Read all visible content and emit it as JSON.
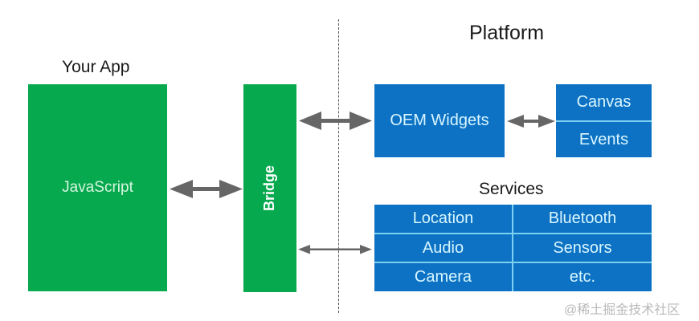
{
  "headings": {
    "your_app": "Your App",
    "platform": "Platform",
    "services": "Services"
  },
  "app": {
    "javascript": "JavaScript",
    "bridge": "Bridge"
  },
  "platform": {
    "oem_widgets": "OEM Widgets",
    "widget_children": [
      "Canvas",
      "Events"
    ]
  },
  "services": {
    "rows": [
      [
        "Location",
        "Bluetooth"
      ],
      [
        "Audio",
        "Sensors"
      ],
      [
        "Camera",
        "etc."
      ]
    ]
  },
  "colors": {
    "app_green": "#06a94d",
    "platform_blue": "#0d72c4",
    "arrow_gray": "#666666",
    "divider_cyan": "#7cd1f2"
  },
  "arrows": [
    {
      "from": "javascript",
      "to": "bridge",
      "style": "bold"
    },
    {
      "from": "bridge",
      "to": "oem_widgets",
      "style": "bold"
    },
    {
      "from": "oem_widgets",
      "to": "canvas-events",
      "style": "bold"
    },
    {
      "from": "bridge",
      "to": "services",
      "style": "thin"
    }
  ],
  "watermark": "@稀土掘金技术社区"
}
